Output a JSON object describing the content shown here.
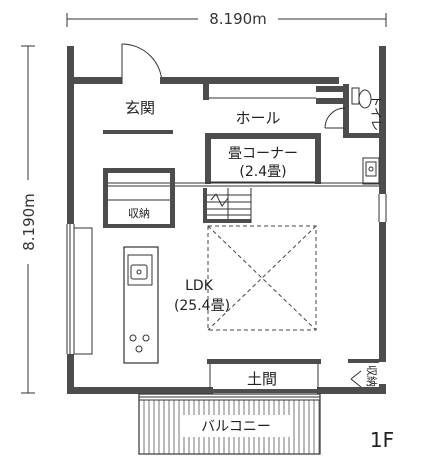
{
  "dimensions": {
    "width": "8.190m",
    "height": "8.190m"
  },
  "rooms": {
    "entrance": "玄関",
    "hall": "ホール",
    "toilet": "トイレ",
    "tatami_corner": "畳コーナー",
    "tatami_size": "(2.4畳)",
    "storage": "収納",
    "ldk": "LDK",
    "ldk_size": "(25.4畳)",
    "doma": "土間",
    "storage_right": "収納",
    "balcony": "バルコニー"
  },
  "floor": "1F"
}
